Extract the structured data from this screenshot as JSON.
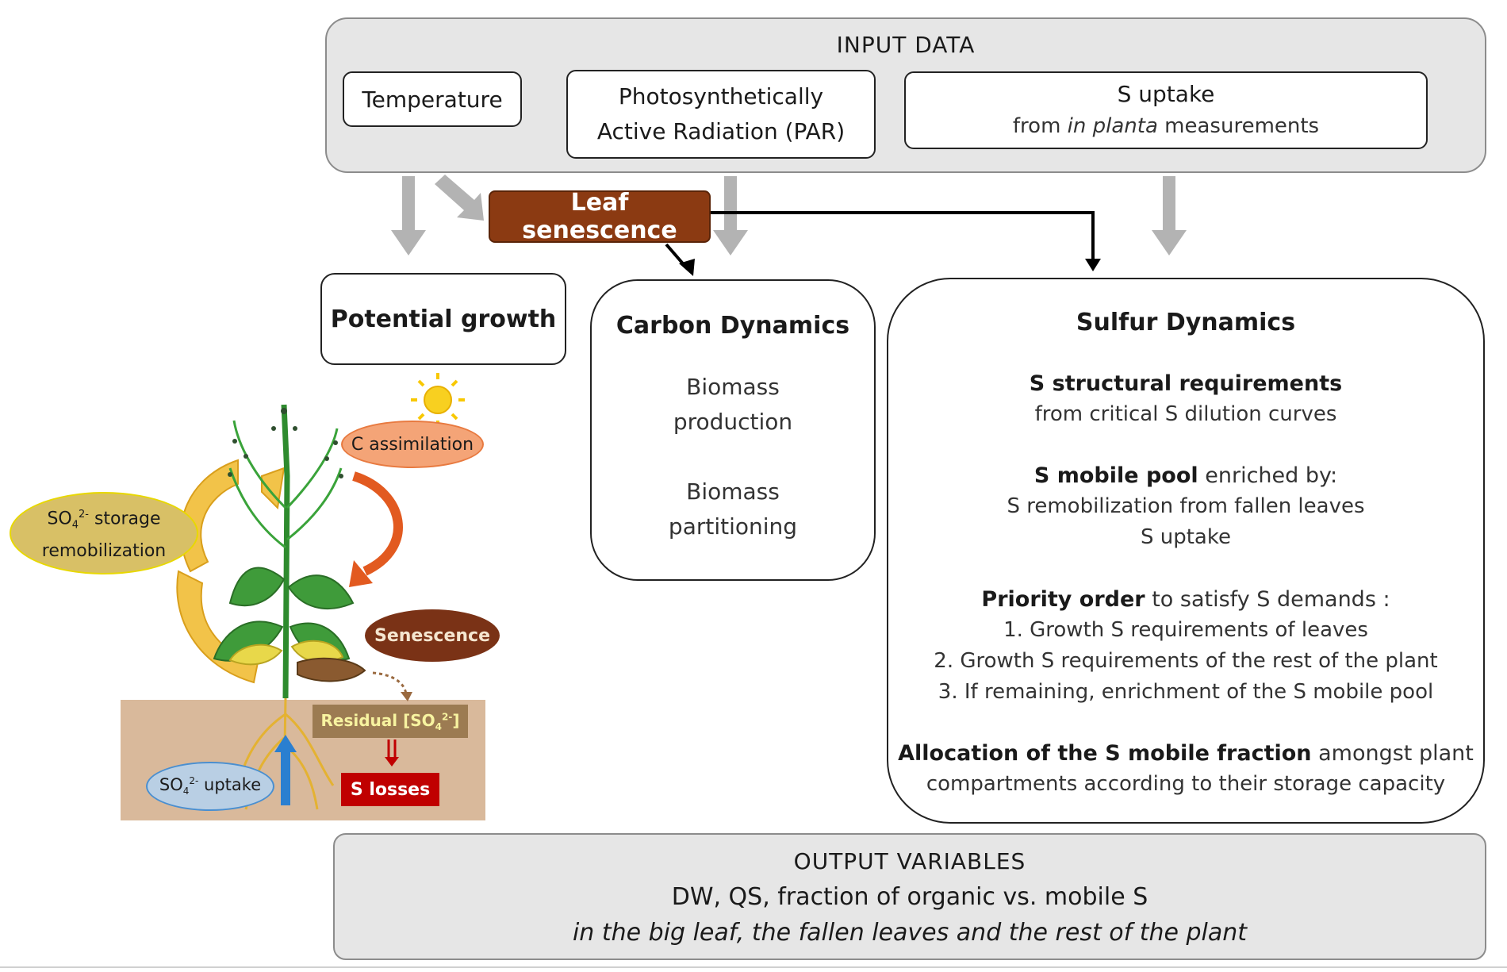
{
  "input": {
    "title": "INPUT DATA",
    "temperature": "Temperature",
    "par_line1": "Photosynthetically",
    "par_line2": "Active Radiation (PAR)",
    "s_uptake_title": "S uptake",
    "s_uptake_sub_pre": "from ",
    "s_uptake_sub_em": "in planta",
    "s_uptake_sub_post": " measurements"
  },
  "leaf_senescence": "Leaf senescence",
  "potential_growth": "Potential growth",
  "carbon": {
    "title": "Carbon Dynamics",
    "item1_l1": "Biomass",
    "item1_l2": "production",
    "item2_l1": "Biomass",
    "item2_l2": "partitioning"
  },
  "sulfur": {
    "title": "Sulfur Dynamics",
    "req_title": "S structural requirements",
    "req_sub": "from critical S dilution curves",
    "pool_bold": "S mobile pool",
    "pool_rest": " enriched by:",
    "pool_item1": "S remobilization from fallen leaves",
    "pool_item2": "S uptake",
    "prio_bold": "Priority order",
    "prio_rest": " to satisfy S demands :",
    "prio_1": "1. Growth S requirements of leaves",
    "prio_2": "2. Growth S requirements of the rest of the plant",
    "prio_3": "3. If remaining, enrichment of the S mobile pool",
    "alloc_bold": "Allocation of the S mobile fraction",
    "alloc_rest": " amongst plant",
    "alloc_line2": "compartments according to their storage capacity"
  },
  "output": {
    "title": "OUTPUT VARIABLES",
    "line1": "DW, QS, fraction of organic vs. mobile S",
    "line2": "in the big leaf, the fallen leaves and the rest of the plant"
  },
  "plant": {
    "c_assimilation": "C assimilation",
    "so4_storage_l1": "SO",
    "so4_storage_sub": "4",
    "so4_storage_sup": "2-",
    "so4_storage_l1_rest": " storage",
    "so4_storage_l2": "remobilization",
    "senescence": "Senescence",
    "residual_pre": "Residual [SO",
    "residual_sub": "4",
    "residual_sup": "2-",
    "residual_post": "]",
    "so4_uptake_pre": "SO",
    "so4_uptake_sub": "4",
    "so4_uptake_sup": "2-",
    "so4_uptake_post": " uptake",
    "s_losses": "S losses"
  },
  "colors": {
    "panel_grey": "#e6e6e6",
    "arrow_grey": "#b3b3b3",
    "leaf_senescence_brown": "#8b3a12",
    "c_assim_orange": "#f4a477",
    "so4_storage_khaki": "#d8c066",
    "senescence_brown": "#7a3216",
    "soil": "#d9b99b",
    "s_losses_red": "#c00000",
    "uptake_blue": "#b9cfe4"
  }
}
